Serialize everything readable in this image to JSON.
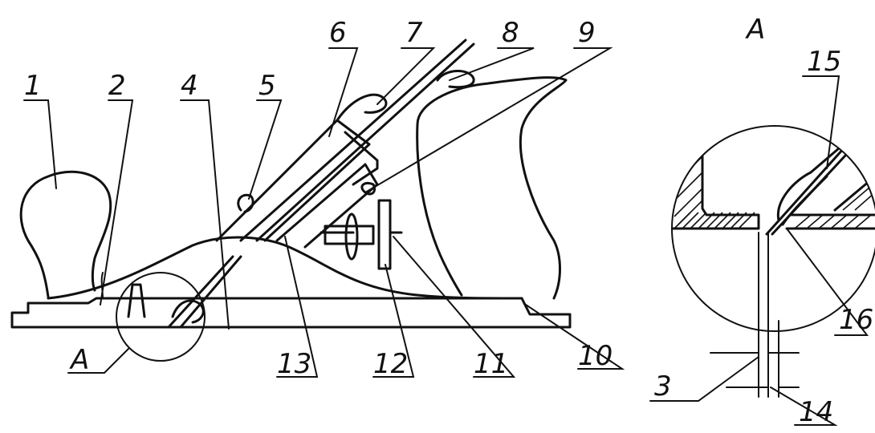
{
  "labels": {
    "n1": "1",
    "n2": "2",
    "n3": "3",
    "n4": "4",
    "n5": "5",
    "n6": "6",
    "n7": "7",
    "n8": "8",
    "n9": "9",
    "n10": "10",
    "n11": "11",
    "n12": "12",
    "n13": "13",
    "n14": "14",
    "n15": "15",
    "n16": "16",
    "detail_a_marker": "A",
    "detail_a_title": "A"
  }
}
